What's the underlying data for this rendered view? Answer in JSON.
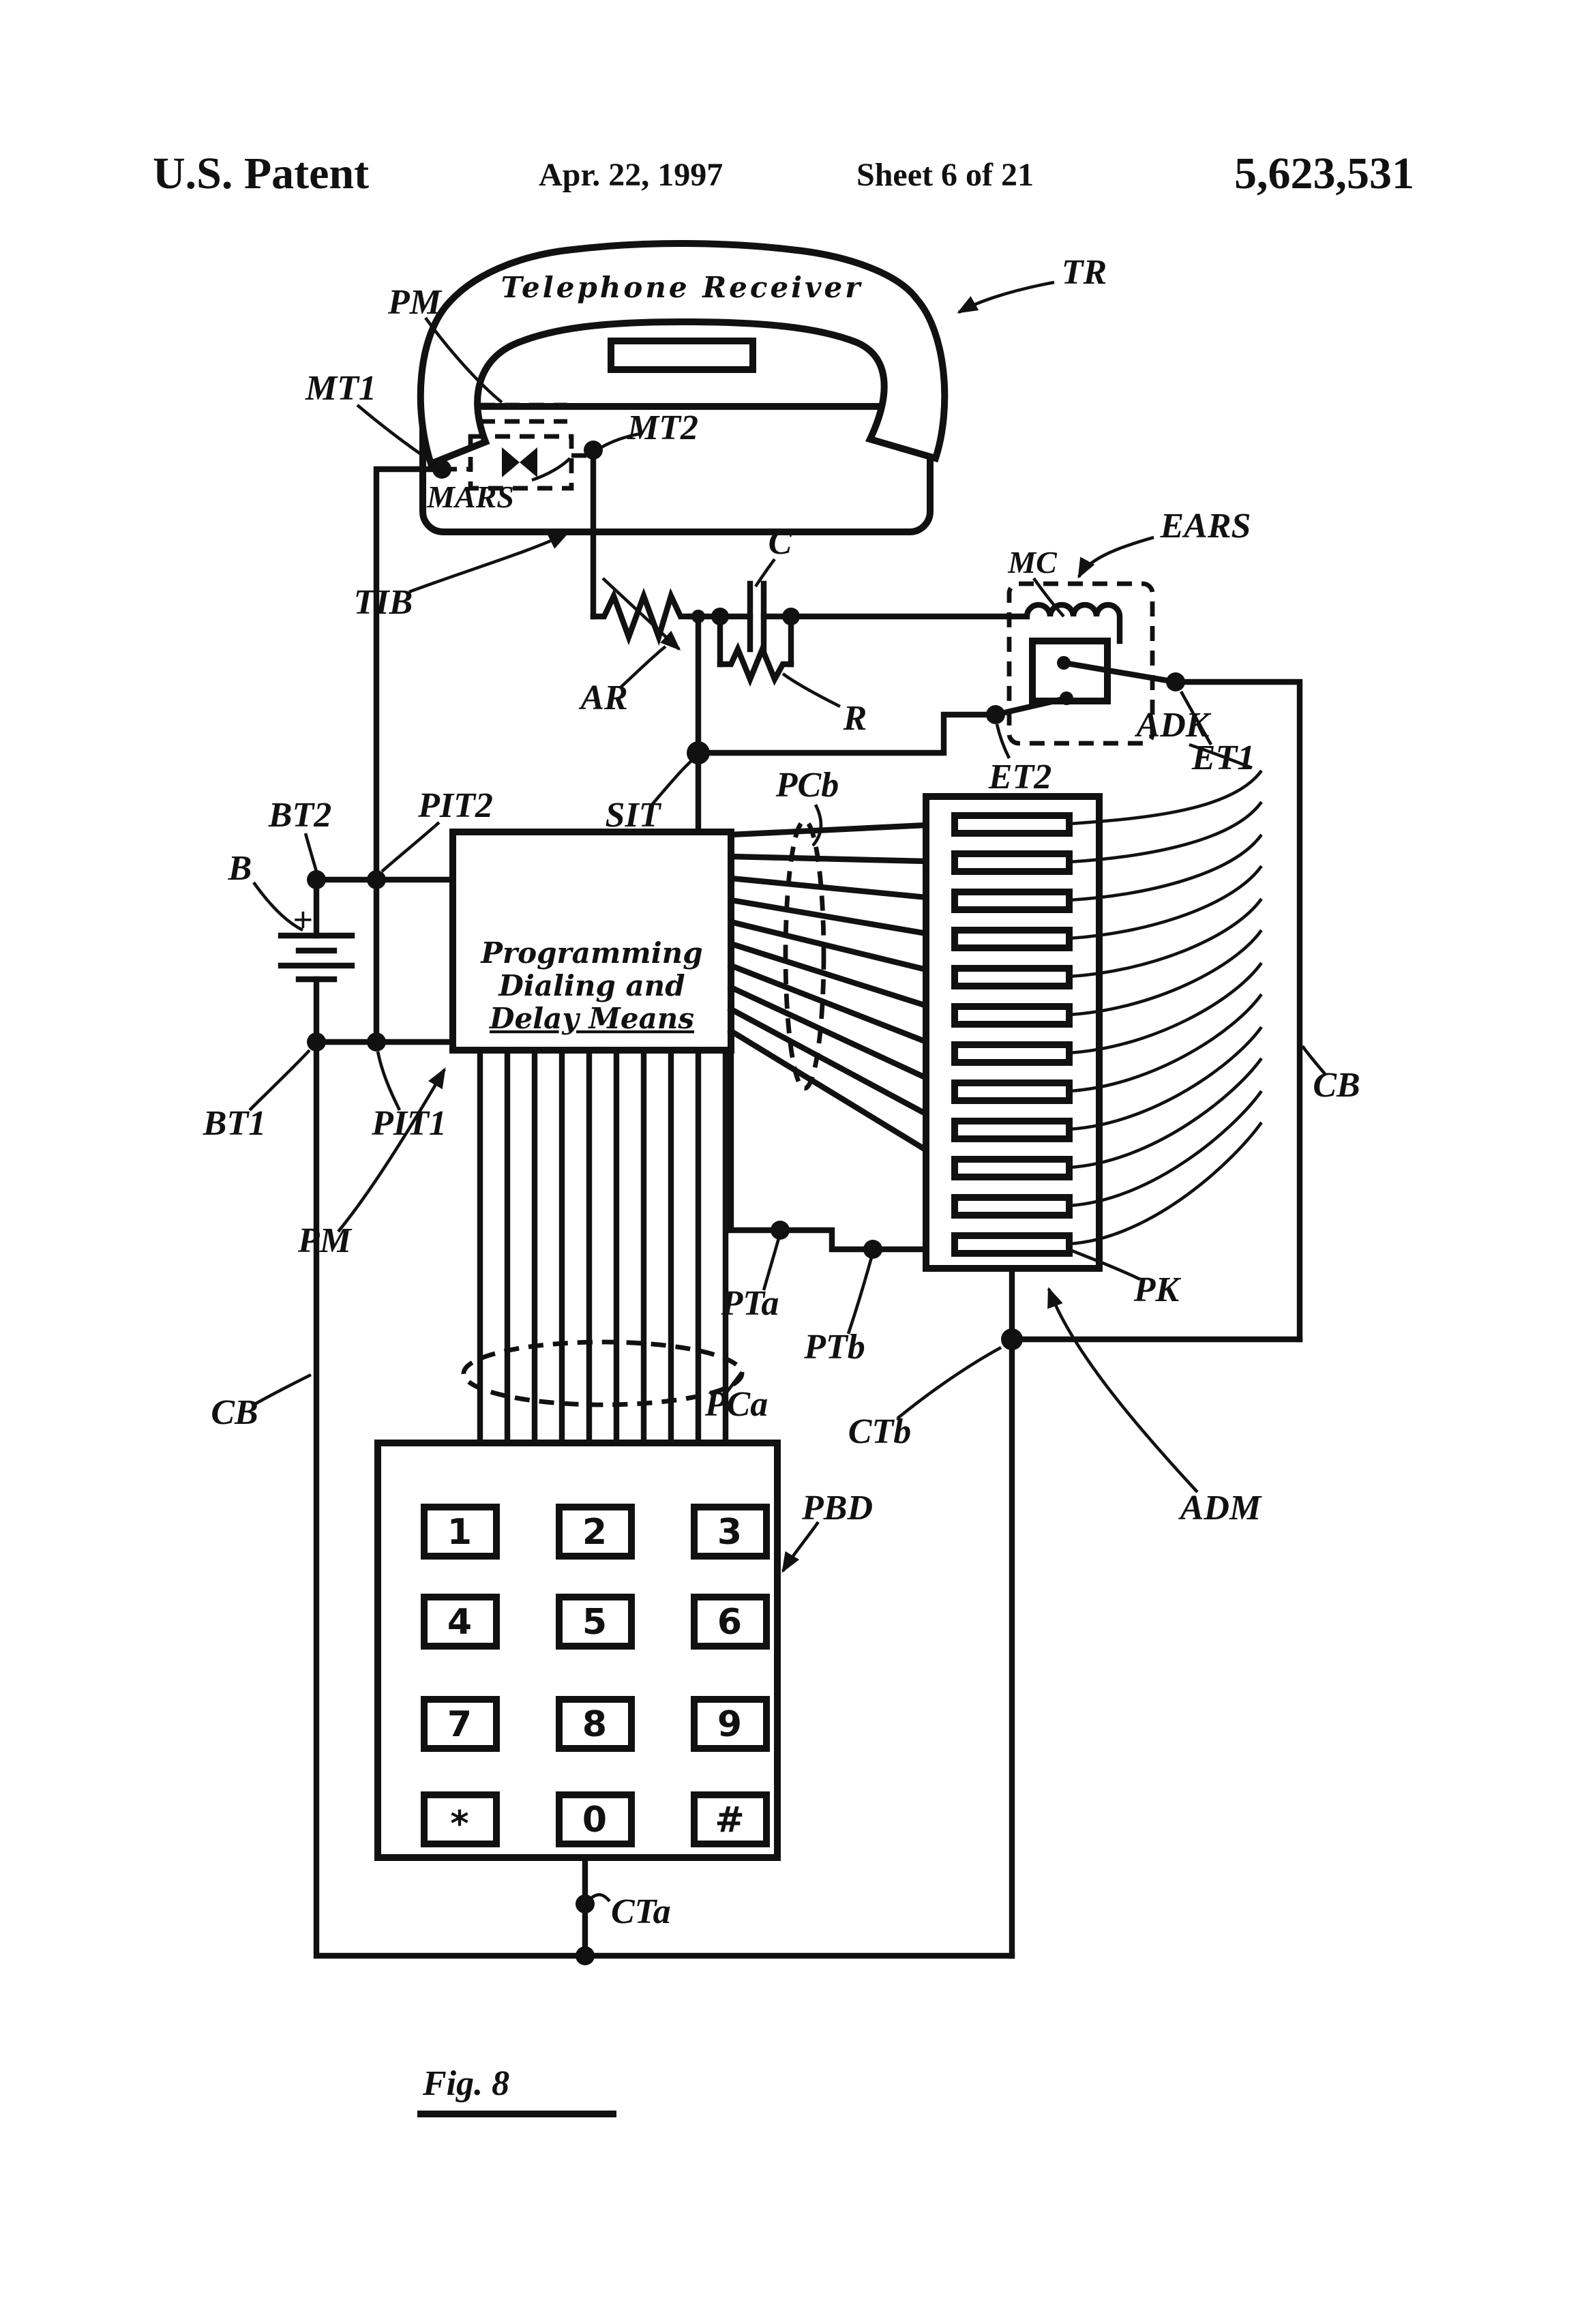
{
  "header": {
    "title": "U.S. Patent",
    "date": "Apr. 22, 1997",
    "sheet": "Sheet 6 of 21",
    "patent_number": "5,623,531"
  },
  "figure": {
    "caption": "Fig. 8",
    "device_label": "Telephone Receiver",
    "box_text": {
      "line1": "Programming",
      "line2": "Dialing and",
      "line3": "Delay Means"
    },
    "labels": {
      "tr": "TR",
      "pm": "PM",
      "mt1": "MT1",
      "mt2": "MT2",
      "mars": "MARS",
      "tib": "TIB",
      "ar": "AR",
      "c": "C",
      "r": "R",
      "mc": "MC",
      "ears": "EARS",
      "et1": "ET1",
      "et2": "ET2",
      "sit": "SIT",
      "adk": "ADK",
      "bt2": "BT2",
      "pit2": "PIT2",
      "b": "B",
      "plus": "+",
      "bt1": "BT1",
      "pit1": "PIT1",
      "pcb": "PCb",
      "cb_right": "CB",
      "cb_left": "CB",
      "pm_box": "PM",
      "pta": "PTa",
      "ptb": "PTb",
      "pk": "PK",
      "ctb": "CTb",
      "adm": "ADM",
      "pca": "PCa",
      "pbd": "PBD",
      "cta": "CTa"
    },
    "keypad_keys": [
      "1",
      "2",
      "3",
      "4",
      "5",
      "6",
      "7",
      "8",
      "9",
      "*",
      "0",
      "#"
    ],
    "adk_key_count": 12,
    "pcb_wire_count": 10,
    "pca_wire_count": 10,
    "line_color": "#111111",
    "background": "#ffffff"
  }
}
